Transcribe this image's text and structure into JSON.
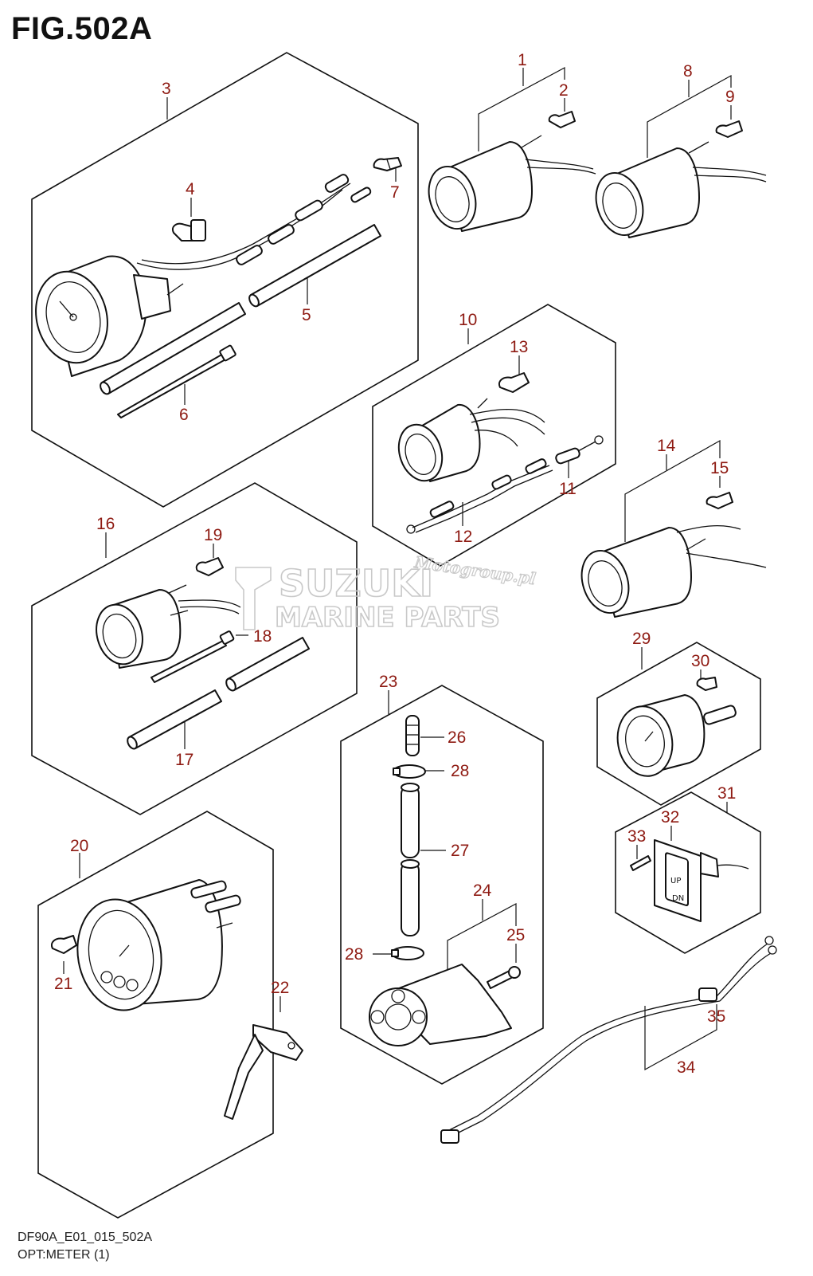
{
  "figure": {
    "title": "FIG.502A",
    "code": "DF90A_E01_015_502A",
    "subtitle": "OPT:METER (1)"
  },
  "watermark": {
    "line1": "Motogroup.pl",
    "line2": "SUZUKI",
    "line3": "MARINE PARTS"
  },
  "callouts": [
    "1",
    "2",
    "3",
    "4",
    "5",
    "6",
    "7",
    "8",
    "9",
    "10",
    "11",
    "12",
    "13",
    "14",
    "15",
    "16",
    "17",
    "18",
    "19",
    "20",
    "21",
    "22",
    "23",
    "24",
    "25",
    "26",
    "27",
    "28",
    "28",
    "29",
    "30",
    "31",
    "32",
    "33",
    "34",
    "35"
  ],
  "switch_labels": {
    "up": "UP",
    "down": "DN"
  },
  "colors": {
    "callout": "#8e1a12",
    "line": "#111111",
    "watermark": "#c9c9c9"
  }
}
